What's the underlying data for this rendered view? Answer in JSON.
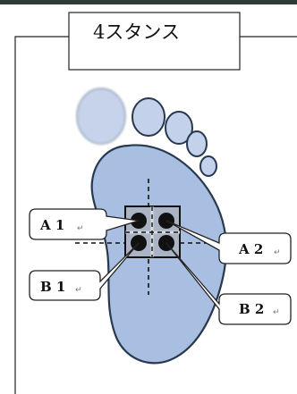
{
  "title": "4スタンス",
  "return_mark": "↵",
  "labels": {
    "a1": "A 1",
    "a2": "A 2",
    "b1": "B 1",
    "b2": "B 2"
  },
  "colors": {
    "foot_fill": "#a9bfe2",
    "foot_stroke": "#27384f",
    "toe_light": "#c6d3ea",
    "dot": "#111111"
  }
}
